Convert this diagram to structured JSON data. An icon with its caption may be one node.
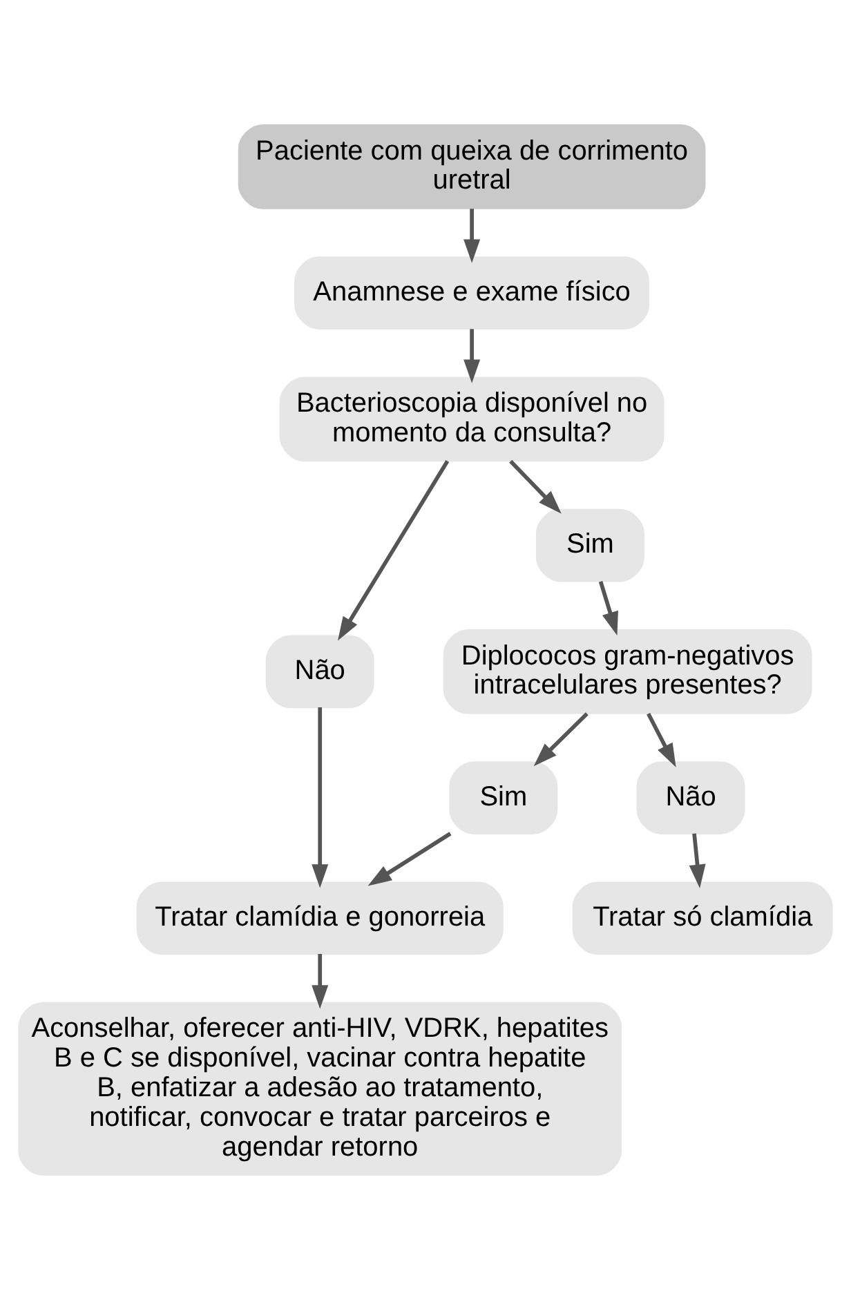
{
  "diagram": {
    "nodes": [
      {
        "text": [
          "Paciente com queixa de corrimento uretral"
        ]
      },
      {
        "text": [
          "Anamnese e exame físico"
        ]
      },
      {
        "text": [
          "Bacterioscopia disponível no momento da consulta?"
        ]
      },
      {
        "text": [
          "Não"
        ]
      },
      {
        "text": [
          "Sim"
        ]
      },
      {
        "text": [
          "Diplococos gram-negativos intracelulares presentes?"
        ]
      },
      {
        "text": [
          "Sim"
        ]
      },
      {
        "text": [
          "Não"
        ]
      },
      {
        "text": [
          "Tratar clamídia e gonorreia"
        ]
      },
      {
        "text": [
          "Tratar só clamídia"
        ]
      },
      {
        "text": [
          "Aconselhar, oferecer anti-HIV, VDRK, hepatites B e C se disponível, vacinar contra hepatite B, enfatizar a adesão ao tratamento, notificar, convocar e tratar parceiros e agendar retorno"
        ]
      }
    ],
    "edges": [
      {
        "from": 0,
        "to": 1,
        "arrow": "to"
      },
      {
        "from": 1,
        "to": 2,
        "arrow": "to"
      },
      {
        "from": 2,
        "to": 3,
        "arrow": "to"
      },
      {
        "from": 2,
        "to": 4,
        "arrow": "to"
      },
      {
        "from": 4,
        "to": 5,
        "arrow": "to"
      },
      {
        "from": 5,
        "to": 6,
        "arrow": "to"
      },
      {
        "from": 5,
        "to": 7,
        "arrow": "to"
      },
      {
        "from": 3,
        "to": 8,
        "arrow": "to"
      },
      {
        "from": 6,
        "to": 8,
        "arrow": "to"
      },
      {
        "from": 7,
        "to": 9,
        "arrow": "to"
      },
      {
        "from": 8,
        "to": 10,
        "arrow": "to"
      }
    ]
  }
}
